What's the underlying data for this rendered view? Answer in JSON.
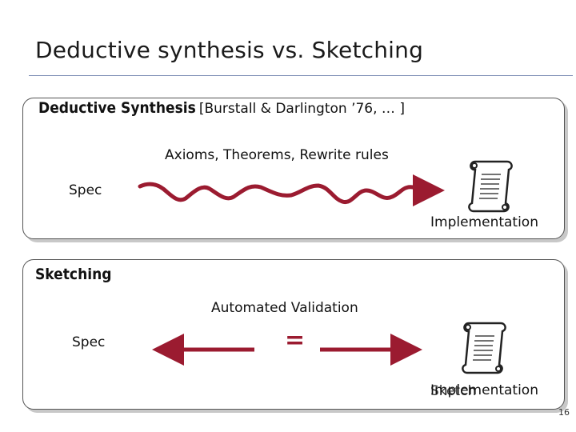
{
  "slide": {
    "title": "Deductive synthesis vs. Sketching",
    "page_number": "16"
  },
  "panel_deductive": {
    "heading": "Deductive Synthesis",
    "citation": "[Burstall & Darlington ’76, … ]",
    "rules_label": "Axioms, Theorems, Rewrite rules",
    "spec_label": "Spec",
    "result_label": "Implementation"
  },
  "panel_sketching": {
    "heading": "Sketching",
    "validation_label": "Automated Validation",
    "spec_label": "Spec",
    "equals_sign": "=",
    "result_label": "Implementation",
    "result_label_overlay": "Sketch"
  },
  "colors": {
    "arrow": "#9b1b30",
    "rule": "#7f8fb6"
  },
  "icons": [
    "scroll-icon",
    "scroll-icon"
  ]
}
